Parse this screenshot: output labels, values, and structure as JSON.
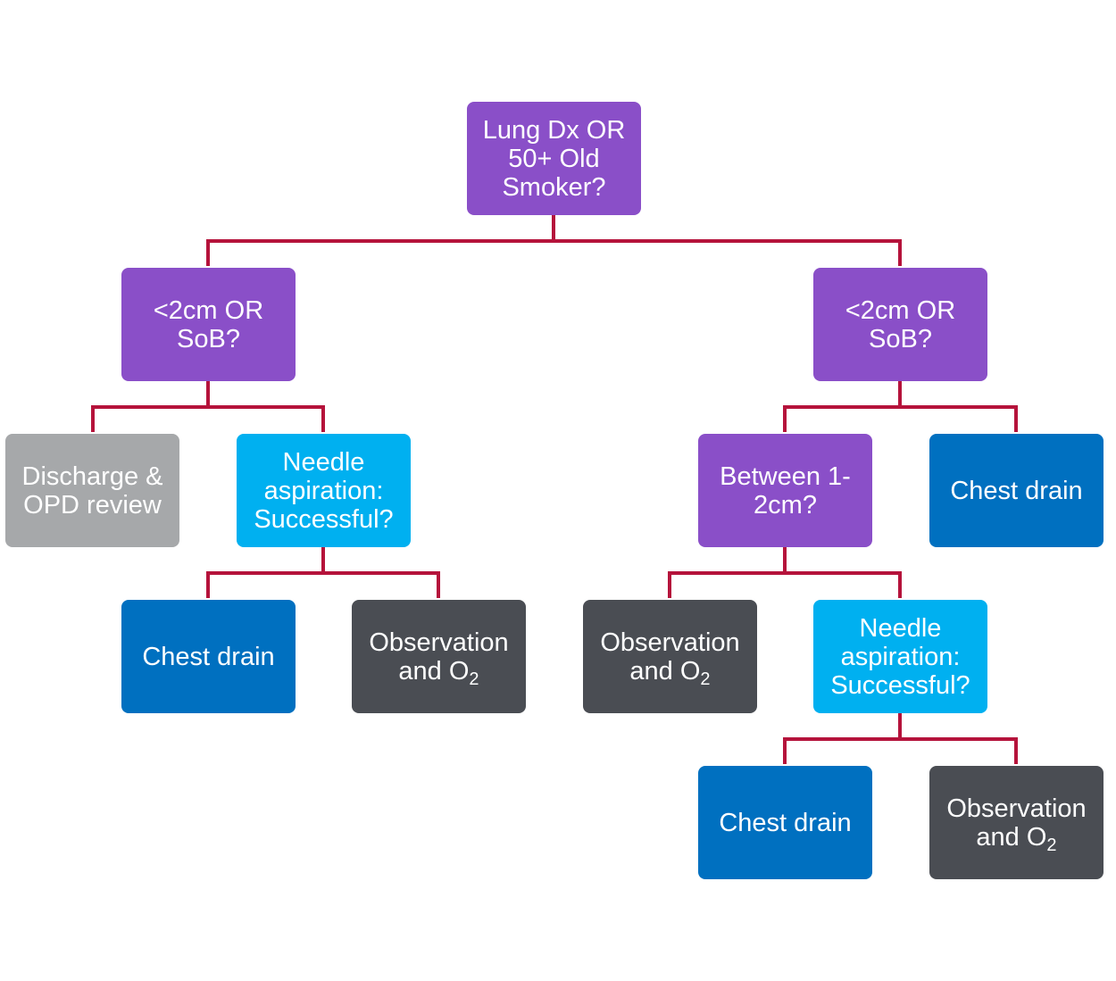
{
  "colors": {
    "connector": "#b5133b",
    "decision": "#8a4fc8",
    "discharge": "#a6a8aa",
    "needle_aspiration": "#00b0f0",
    "chest_drain": "#0070c0",
    "observation": "#4a4d53"
  },
  "nodes": {
    "root": {
      "line1": "Lung Dx OR",
      "line2": "50+ Old",
      "line3": "Smoker?"
    },
    "left_decision": {
      "line1": "<2cm OR",
      "line2": "SoB?"
    },
    "right_decision": {
      "line1": "<2cm OR",
      "line2": "SoB?"
    },
    "discharge": {
      "line1": "Discharge &",
      "line2": "OPD review"
    },
    "needle_left": {
      "line1": "Needle",
      "line2": "aspiration:",
      "line3": "Successful?"
    },
    "between": {
      "line1": "Between 1-",
      "line2": "2cm?"
    },
    "chest_drain_right": {
      "label": "Chest drain"
    },
    "chest_drain_left": {
      "label": "Chest drain"
    },
    "observation_left": {
      "line1": "Observation",
      "line2_prefix": "and O",
      "line2_sub": "2"
    },
    "observation_mid": {
      "line1": "Observation",
      "line2_prefix": "and O",
      "line2_sub": "2"
    },
    "needle_right": {
      "line1": "Needle",
      "line2": "aspiration:",
      "line3": "Successful?"
    },
    "chest_drain_bottom": {
      "label": "Chest drain"
    },
    "observation_bottom": {
      "line1": "Observation",
      "line2_prefix": "and O",
      "line2_sub": "2"
    }
  }
}
